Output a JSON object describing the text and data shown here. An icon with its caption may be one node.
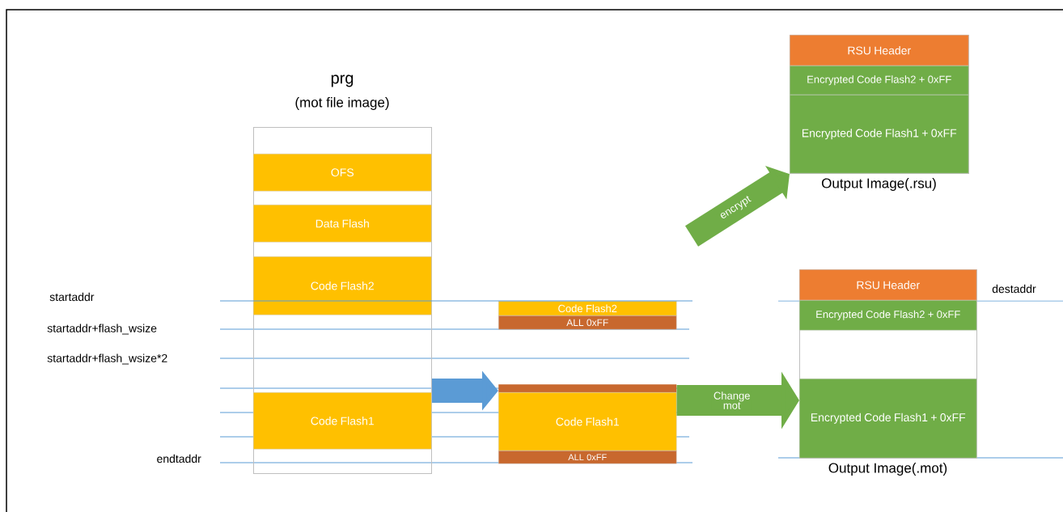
{
  "diagram": {
    "nodes": [
      {
        "text": [
          "prg",
          "(mot file image)"
        ]
      },
      {
        "text": [
          "OFS"
        ],
        "in": 0
      },
      {
        "text": [
          "Data Flash"
        ],
        "in": 0
      },
      {
        "text": [
          "Code Flash2"
        ],
        "in": 0
      },
      {
        "text": [
          "Code Flash1"
        ],
        "in": 0
      },
      {
        "text": [
          "Code Flash2"
        ]
      },
      {
        "text": [
          "ALL 0xFF"
        ]
      },
      {
        "text": [],
        "shape": "bar"
      },
      {
        "text": [
          "Code Flash1"
        ]
      },
      {
        "text": [
          "ALL 0xFF"
        ]
      },
      {
        "text": [
          "Output Image(.rsu)"
        ]
      },
      {
        "text": [
          "RSU Header"
        ],
        "in": 10
      },
      {
        "text": [
          "Encrypted Code Flash2 + 0xFF"
        ],
        "in": 10
      },
      {
        "text": [
          "Encrypted Code Flash1 + 0xFF"
        ],
        "in": 10
      },
      {
        "text": [
          "Output Image(.mot)"
        ]
      },
      {
        "text": [
          "RSU Header"
        ],
        "in": 14
      },
      {
        "text": [
          "Encrypted Code Flash2 + 0xFF"
        ],
        "in": 14
      },
      {
        "text": [
          "Encrypted Code Flash1 + 0xFF"
        ],
        "in": 14
      }
    ],
    "edges": [
      {
        "from": 0,
        "to": 8,
        "arrow": "to",
        "color": "#5b9bd5"
      },
      {
        "from": 8,
        "to": 14,
        "arrow": "to",
        "label": "Change mot"
      },
      {
        "from": null,
        "to": 10,
        "arrow": "to",
        "label": "encrypt"
      }
    ],
    "labels": [
      "startaddr",
      "startaddr+flash_wsize",
      "startaddr+flash_wsize*2",
      "endtaddr",
      "destaddr"
    ]
  }
}
